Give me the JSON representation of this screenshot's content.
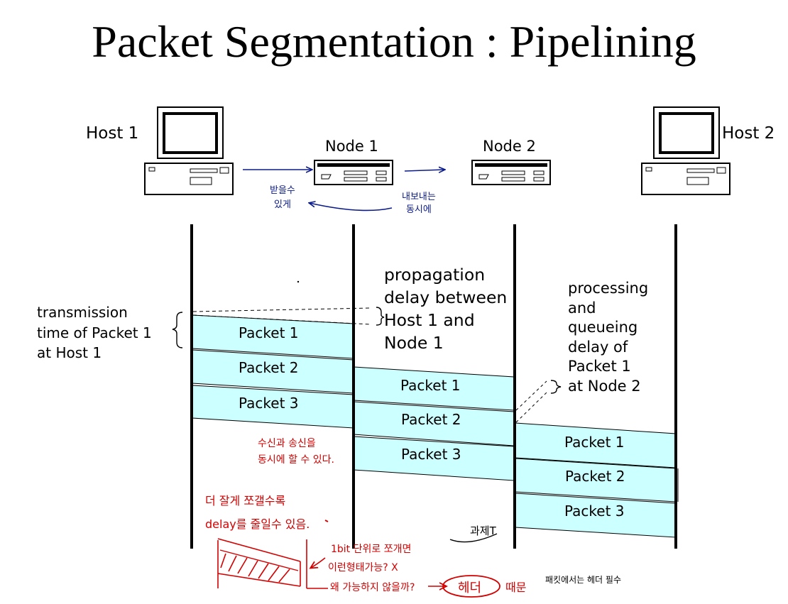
{
  "title": "Packet Segmentation : Pipelining",
  "hosts": {
    "host1": "Host 1",
    "node1": "Node 1",
    "node2": "Node 2",
    "host2": "Host 2"
  },
  "annotations": {
    "transmission": [
      "transmission",
      "time of Packet 1",
      "at Host 1"
    ],
    "propagation": [
      "propagation",
      "delay between",
      "Host 1 and",
      "Node 1"
    ],
    "processing": [
      "processing",
      "and",
      "queueing",
      "delay of",
      "Packet 1",
      "at Node 2"
    ]
  },
  "packets": {
    "host1_to_node1": [
      "Packet 1",
      "Packet 2",
      "Packet 3"
    ],
    "node1_to_node2": [
      "Packet 1",
      "Packet 2",
      "Packet 3"
    ],
    "node2_to_host2": [
      "Packet 1",
      "Packet 2",
      "Packet 3"
    ]
  },
  "handwritten": {
    "blue_left": [
      "받을수",
      "있게"
    ],
    "blue_right": [
      "내보내는",
      "동시에"
    ],
    "red_simul": [
      "수신과 송신을",
      "동시에 할 수 있다."
    ],
    "red_smaller": [
      "더 잘게 쪼갤수록",
      "delay를 줄일수 있음."
    ],
    "homework": "과제T",
    "red_q1": "1bit 단위로 쪼개면",
    "red_q2": "이런형태가능? X",
    "red_q3": "왜 가능하지 않을까?",
    "red_header": "헤더",
    "red_because": "때문",
    "black_note": "패킷에서는 헤더 필수"
  },
  "colors": {
    "packet_fill": "#ccffff",
    "ink_red": "#d40000",
    "ink_blue": "#0a1a8a"
  }
}
